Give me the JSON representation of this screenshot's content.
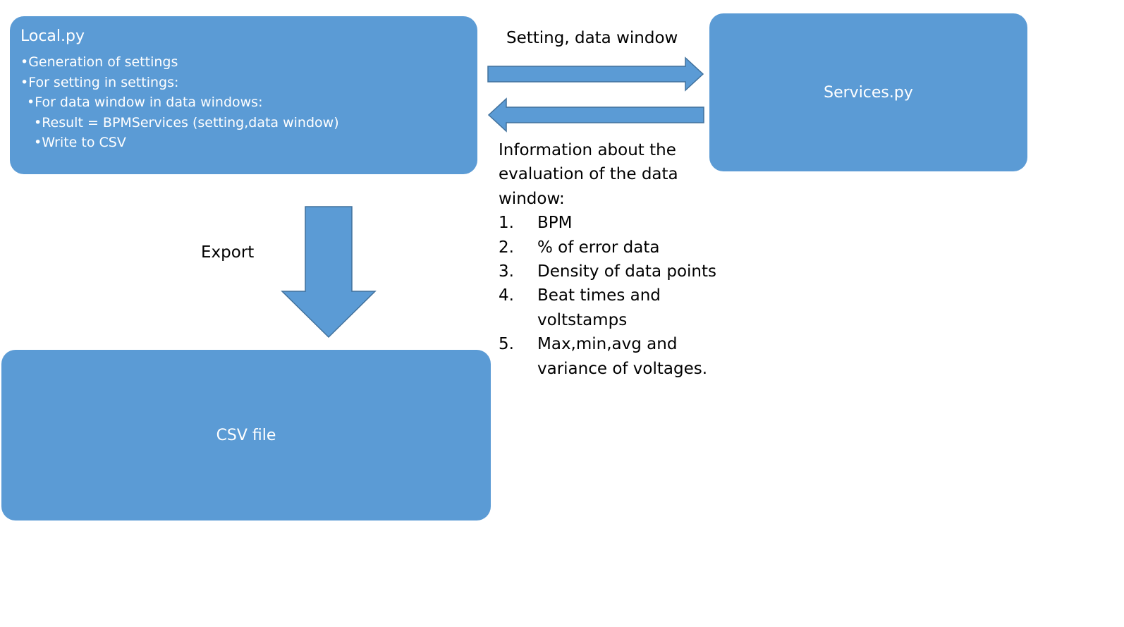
{
  "local_box": {
    "title": "Local.py",
    "lines": [
      "•Generation of settings",
      "•For setting in settings:",
      "•For data window in data windows:",
      "•Result = BPMServices (setting,data window)",
      "•Write to CSV"
    ]
  },
  "services_box": {
    "title": "Services.py"
  },
  "csv_box": {
    "title": "CSV file"
  },
  "arrow_right_label": "Setting, data window",
  "export_label": "Export",
  "info": {
    "heading": "Information about the evaluation of the data window:",
    "items": [
      {
        "num": "1.",
        "text": "BPM"
      },
      {
        "num": "2.",
        "text": "% of error data"
      },
      {
        "num": "3.",
        "text": "Density of data points"
      },
      {
        "num": "4.",
        "text": "Beat times and voltstamps"
      },
      {
        "num": "5.",
        "text": "Max,min,avg and variance of voltages."
      }
    ]
  },
  "colors": {
    "box_fill": "#5b9bd5",
    "arrow_fill": "#5b9bd5",
    "arrow_stroke": "#41719c"
  }
}
